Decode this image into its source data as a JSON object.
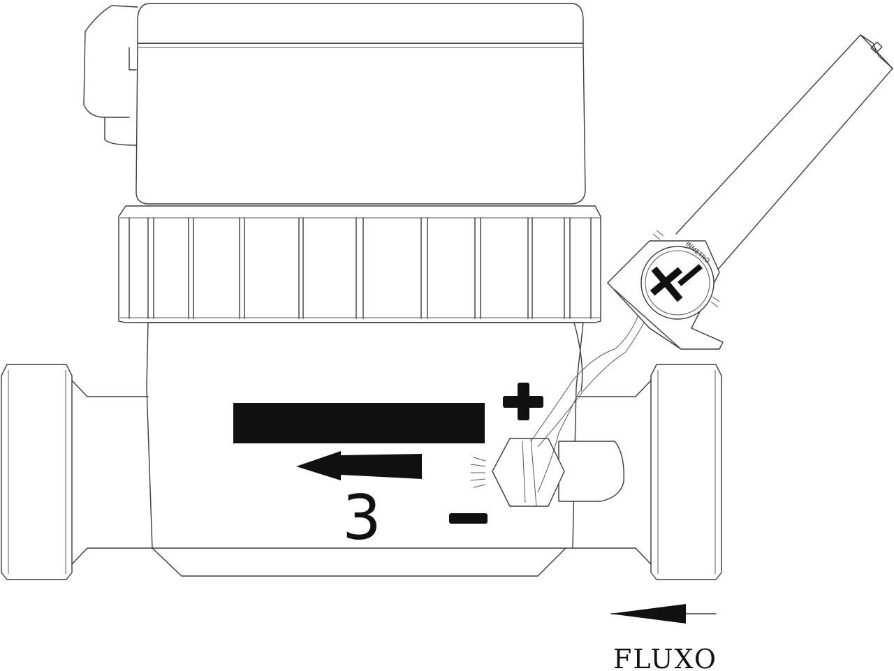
{
  "diagram": {
    "register_digit": "3",
    "flow_label": "FLUXO",
    "plus_symbol": "+",
    "minus_symbol": "−",
    "seal_text": "INMETRO"
  },
  "colors": {
    "line": "#3a3a3a",
    "fill": "#111111",
    "background": "#ffffff"
  }
}
